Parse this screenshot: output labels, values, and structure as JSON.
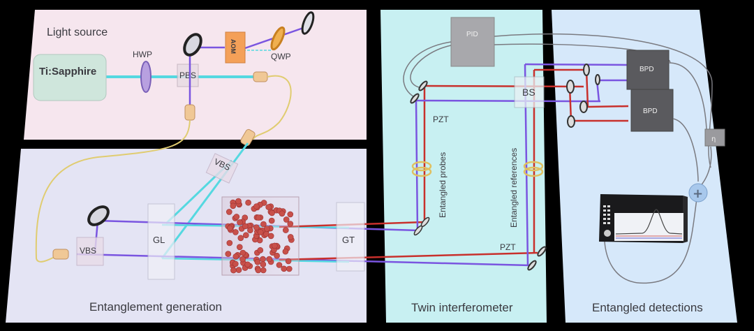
{
  "panels": {
    "light_source": {
      "title": "Light source",
      "color": "#f6e6ee"
    },
    "entanglement": {
      "title": "Entanglement generation",
      "color": "#e4e4f4"
    },
    "twin": {
      "title": "Twin interferometer",
      "color": "#c6f0f0"
    },
    "detections": {
      "title": "Entangled detections",
      "color": "#d6e8fa"
    }
  },
  "components": {
    "laser": "Ti:Sapphire",
    "hwp": "HWP",
    "pbs": "PBS",
    "aom": "AOM",
    "qwp": "QWP",
    "vbs_top": "VBS",
    "vbs_left": "VBS",
    "gl": "GL",
    "gt": "GT",
    "pid": "PID",
    "bs": "BS",
    "pzt_top": "PZT",
    "pzt_bottom": "PZT",
    "probes": "Entangled probes",
    "references": "Entangled references",
    "bpd1": "BPD",
    "bpd2": "BPD",
    "eta": "η",
    "sum": "+"
  },
  "beam_colors": {
    "pump": "#55d8e0",
    "probe": "#7a55e0",
    "conjugate": "#c8302c",
    "fiber": "#e0cc70",
    "cable": "#7a7a80"
  }
}
